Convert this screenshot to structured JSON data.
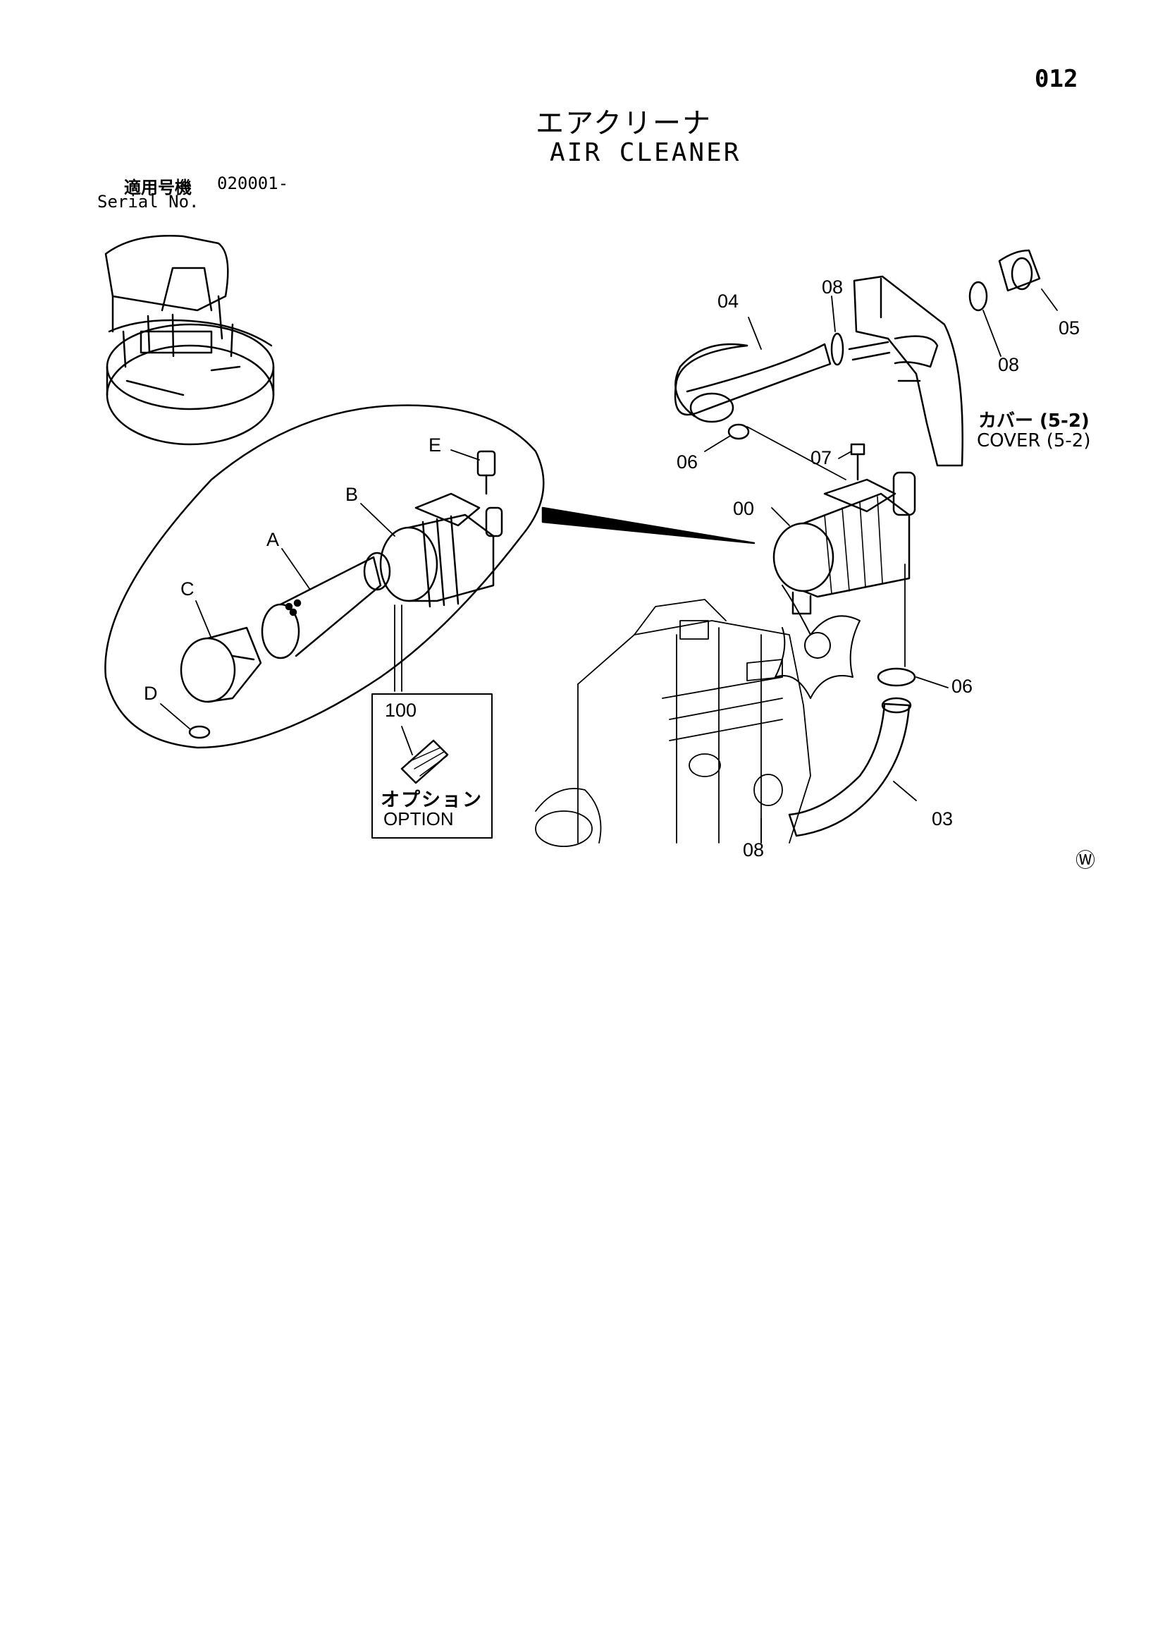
{
  "page_number": "012",
  "title_ja": "エアクリーナ",
  "title_en": "AIR CLEANER",
  "serial": {
    "label_ja": "適用号機",
    "value": "020001-",
    "label_en": "Serial No."
  },
  "callouts": {
    "p04": "04",
    "p08_top": "08",
    "p08_right": "08",
    "p05": "05",
    "p06_left": "06",
    "p07": "07",
    "p00": "00",
    "p06_right": "06",
    "p03": "03",
    "p08_bottom": "08",
    "pE": "E",
    "pB": "B",
    "pA": "A",
    "pC": "C",
    "pD": "D",
    "p100": "100"
  },
  "cover": {
    "label_ja": "カバー (5-2)",
    "label_en": "COVER (5-2)"
  },
  "option": {
    "label_ja": "オプション",
    "label_en": "OPTION"
  },
  "corner_mark": "Ⓦ"
}
